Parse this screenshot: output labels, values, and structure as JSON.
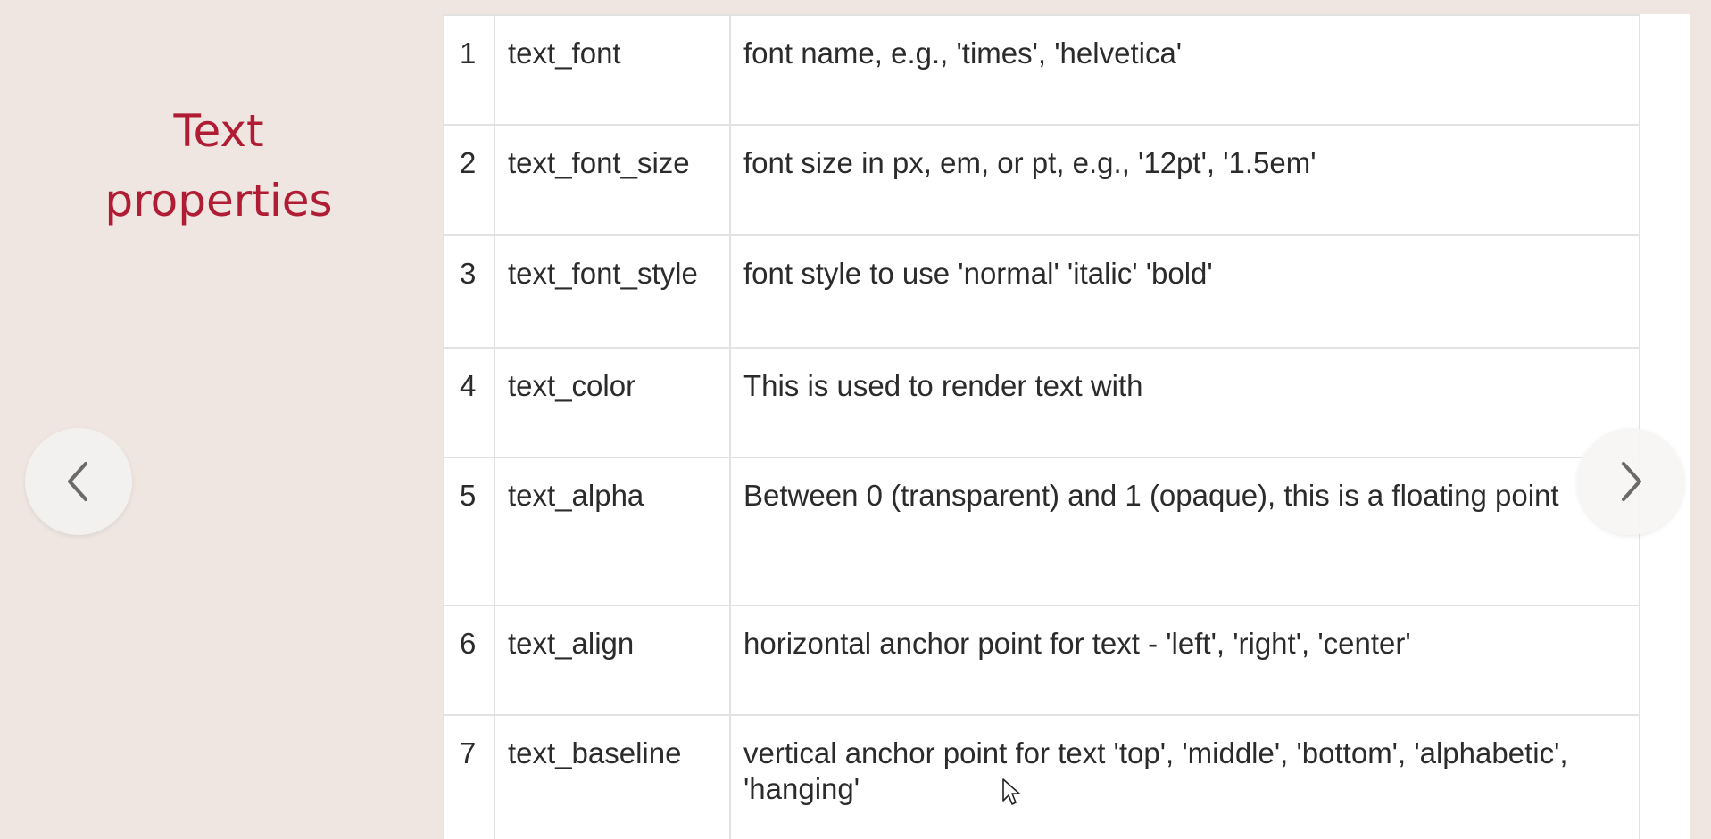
{
  "slide": {
    "title_line1": "Text",
    "title_line2": "properties"
  },
  "table": {
    "rows": [
      {
        "num": "1",
        "name": "text_font",
        "desc": "font name, e.g., 'times', 'helvetica'"
      },
      {
        "num": "2",
        "name": "text_font_size",
        "desc": "font size in px, em, or pt, e.g., '12pt', '1.5em'"
      },
      {
        "num": "3",
        "name": "text_font_style",
        "desc": "font style to use 'normal' 'italic' 'bold'"
      },
      {
        "num": "4",
        "name": "text_color",
        "desc": "This is used to render text with"
      },
      {
        "num": "5",
        "name": "text_alpha",
        "desc": "Between 0 (transparent) and 1 (opaque), this is a floating point"
      },
      {
        "num": "6",
        "name": "text_align",
        "desc": "horizontal anchor point for text - 'left', 'right', 'center'"
      },
      {
        "num": "7",
        "name": "text_baseline",
        "desc": "vertical anchor point for text 'top', 'middle', 'bottom', 'alphabetic', 'hanging'"
      }
    ]
  },
  "navigation": {
    "prev_icon": "chevron-left-icon",
    "next_icon": "chevron-right-icon"
  },
  "colors": {
    "background": "#efe6e1",
    "title": "#b01c33"
  }
}
